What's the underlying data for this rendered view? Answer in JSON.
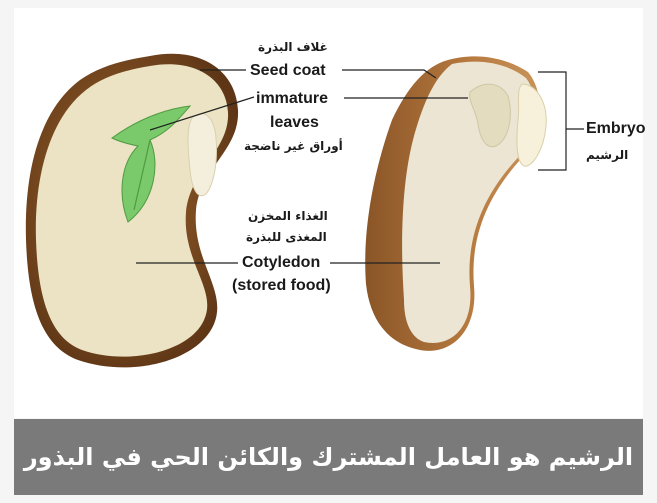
{
  "labels": {
    "seed_coat_ar": "غلاف البذرة",
    "seed_coat_en": "Seed coat",
    "immature_line1": "immature",
    "immature_line2": "leaves",
    "immature_ar": "أوراق غير ناضجة",
    "stored_food_ar_line1": "الغذاء المخزن",
    "stored_food_ar_line2": "المغذى للبذرة",
    "cotyledon_en": "Cotyledon",
    "stored_food_en": "(stored food)",
    "embryo_en": "Embryo",
    "embryo_ar": "الرشيم"
  },
  "caption": {
    "text": "الرشيم هو العامل المشترك والكائن الحي في البذور"
  },
  "colors": {
    "caption_bg": "#7a7a7a",
    "seed_coat": "#7a4a22",
    "cotyledon": "#ece5c6",
    "leaf": "#7ac96a"
  }
}
